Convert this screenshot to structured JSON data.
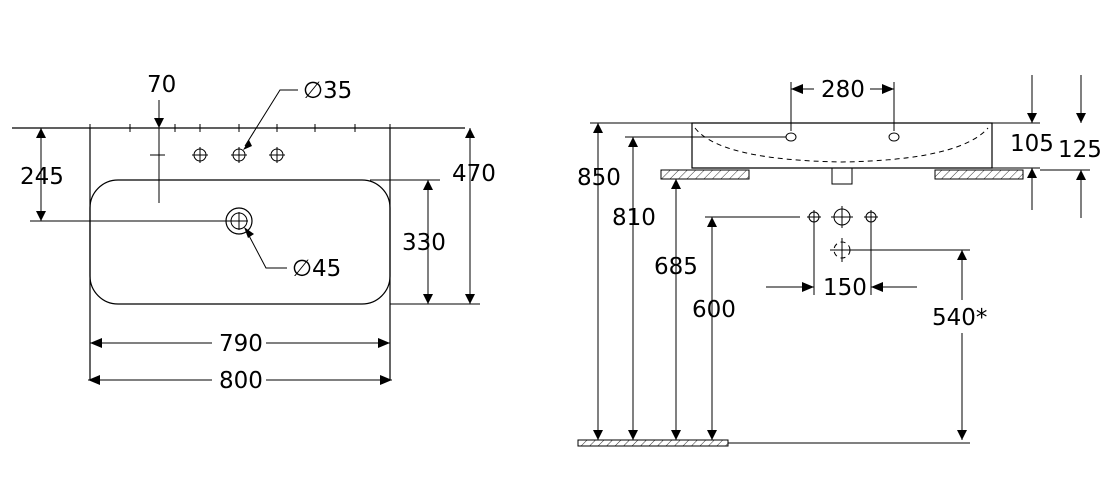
{
  "diagram": {
    "top_view": {
      "dim_hole_offset": "70",
      "dim_tap_hole": "∅35",
      "dim_waste_hole": "∅45",
      "dim_depth_to_waste": "245",
      "dim_total_depth": "470",
      "dim_basin_depth": "330",
      "dim_inner_width": "790",
      "dim_total_width": "800"
    },
    "side_view": {
      "dim_hole_spacing": "280",
      "dim_bowl_depth": "105",
      "dim_total_height": "125",
      "dim_floor_to_top": "850",
      "dim_floor_to_counter": "810",
      "dim_floor_to_waste": "685",
      "dim_floor_to_tap": "600",
      "dim_tap_spacing": "150",
      "dim_floor_to_trap": "540*"
    }
  }
}
